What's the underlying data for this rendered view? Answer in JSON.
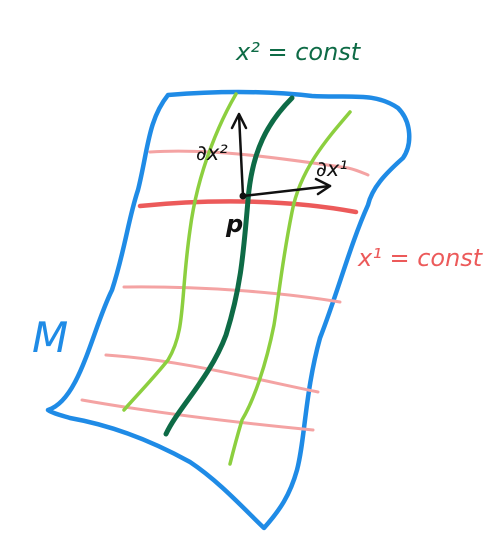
{
  "labels": {
    "manifold": "M",
    "point": "p",
    "x2_const": "x² = const",
    "x1_const": "x¹ = const",
    "d_x2": "∂x²",
    "d_x1": "∂x¹"
  },
  "colors": {
    "surface": "#1f8be6",
    "x1_lines": "#f4a3a3",
    "x1_line_through_p": "#ec5a5a",
    "x2_lines": "#8ccf3f",
    "x2_line_through_p": "#0e6b46",
    "arrows": "#111111",
    "x2_label": "#0e6b46",
    "x1_label": "#ec5a5a",
    "manifold_label": "#1f8be6"
  }
}
